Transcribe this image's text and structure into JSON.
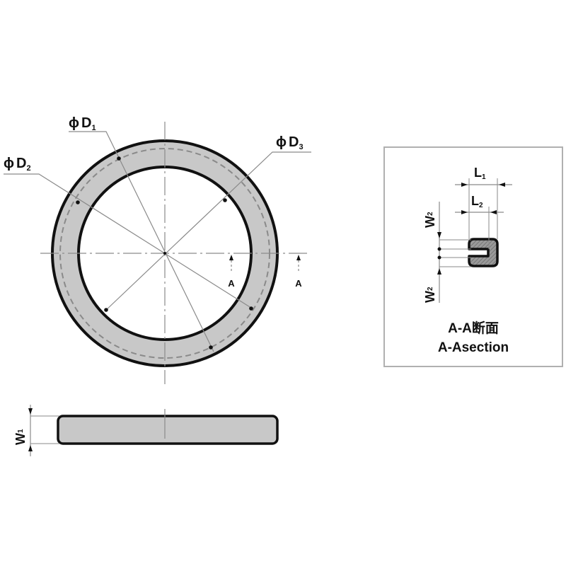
{
  "drawing": {
    "type": "ring gasket technical drawing",
    "colors": {
      "line": "#111111",
      "thin_line": "#8a8a8a",
      "fill": "#c8c8c8",
      "hatch": "#7a7a7a",
      "frame": "#b0b0b0",
      "background": "#ffffff"
    },
    "top_view": {
      "labels": {
        "d1": {
          "prefix": "ϕ",
          "main": "D",
          "sub": "1"
        },
        "d2": {
          "prefix": "ϕ",
          "main": "D",
          "sub": "2"
        },
        "d3": {
          "prefix": "ϕ",
          "main": "D",
          "sub": "3"
        }
      },
      "section_marks": {
        "left": "A",
        "right": "A"
      }
    },
    "side_view": {
      "labels": {
        "w1": {
          "main": "W",
          "sub": "1"
        }
      }
    },
    "section_view": {
      "labels": {
        "l1": {
          "main": "L",
          "sub": "1"
        },
        "l2": {
          "main": "L",
          "sub": "2"
        },
        "w2_top": {
          "main": "W",
          "sub": "2"
        },
        "w2_bottom": {
          "main": "W",
          "sub": "2"
        }
      },
      "caption_jp": "A-A断面",
      "caption_en": "A-Asection"
    }
  }
}
